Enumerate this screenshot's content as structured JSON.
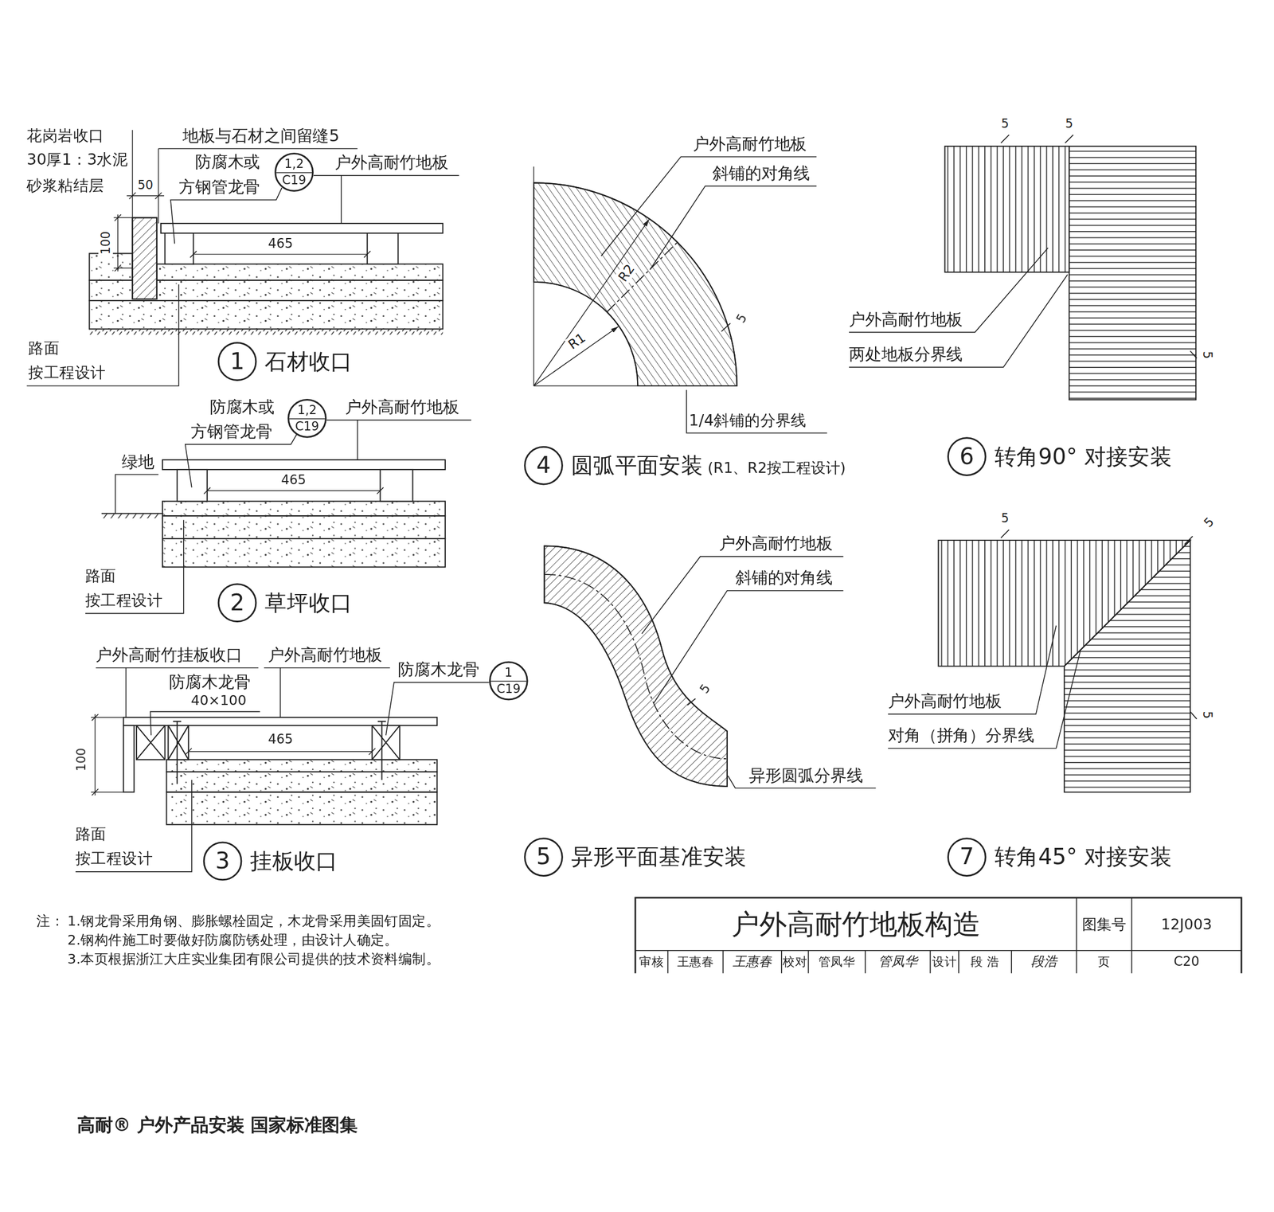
{
  "diagram": {
    "title": "户外高耐竹地板构造",
    "caption": "高耐® 户外产品安装 国家标准图集",
    "nodes": [
      {
        "text": [
          "1,2",
          "C19"
        ]
      },
      {
        "text": [
          "1",
          "石材收口"
        ]
      },
      {
        "text": [
          "1,2",
          "C19"
        ]
      },
      {
        "text": [
          "2",
          "草坪收口"
        ]
      },
      {
        "text": [
          "1",
          "C19"
        ]
      },
      {
        "text": [
          "3",
          "挂板收口"
        ]
      },
      {
        "text": [
          "4",
          "圆弧平面安装",
          "(R1、R2按工程设计)"
        ]
      },
      {
        "text": [
          "5",
          "异形平面基准安装"
        ]
      },
      {
        "text": [
          "6",
          "转角90° 对接安装"
        ]
      },
      {
        "text": [
          "7",
          "转角45° 对接安装"
        ]
      }
    ],
    "labels": [
      "花岗岩收口",
      "30厚1：3水泥",
      "砂浆粘结层",
      "50",
      "地板与石材之间留缝5",
      "防腐木或",
      "方钢管龙骨",
      "户外高耐竹地板",
      "100",
      "465",
      "路面",
      "按工程设计",
      "防腐木或",
      "方钢管龙骨",
      "户外高耐竹地板",
      "绿地",
      "465",
      "路面",
      "按工程设计",
      "户外高耐竹挂板收口",
      "户外高耐竹地板",
      "防腐木龙骨",
      "40×100",
      "防腐木龙骨",
      "100",
      "465",
      "路面",
      "按工程设计",
      "注：",
      "1.钢龙骨采用角钢、膨胀螺栓固定，木龙骨采用美固钉固定。",
      "2.钢构件施工时要做好防腐防锈处理，由设计人确定。",
      "3.本页根据浙江大庄实业集团有限公司提供的技术资料编制。",
      "户外高耐竹地板",
      "斜铺的对角线",
      "R2",
      "R1",
      "5",
      "1/4斜铺的分界线",
      "户外高耐竹地板",
      "斜铺的对角线",
      "5",
      "异形圆弧分界线",
      "5",
      "5",
      "户外高耐竹地板",
      "两处地板分界线",
      "5",
      "5",
      "5",
      "户外高耐竹地板",
      "对角（拼角）分界线",
      "5",
      "图集号",
      "12J003",
      "审核",
      "王惠春",
      "王惠春",
      "校对",
      "管凤华",
      "管凤华",
      "设计",
      "段 浩",
      "段浩",
      "页",
      "C20"
    ]
  }
}
